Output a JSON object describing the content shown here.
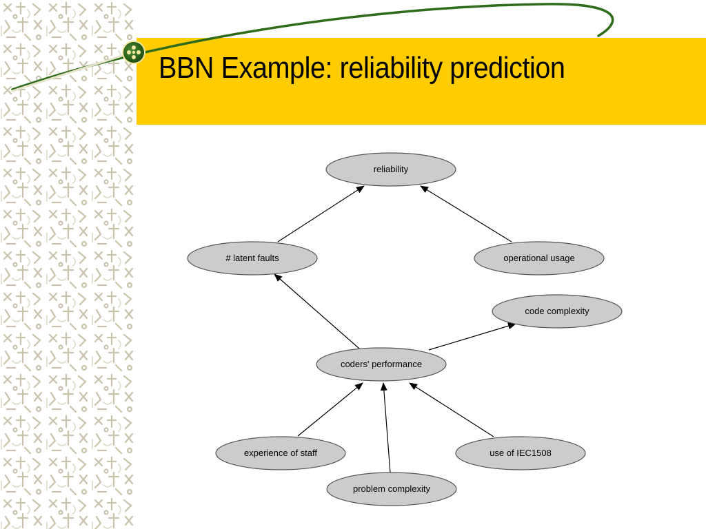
{
  "slide": {
    "title": "BBN Example: reliability prediction"
  },
  "colors": {
    "title_band": "#ffcc00",
    "swoosh": "#2e6b1a",
    "node_fill": "#cccccc",
    "node_stroke": "#555555",
    "edge": "#000000"
  },
  "diagram": {
    "nodes": {
      "reliability": "reliability",
      "latent_faults": "# latent faults",
      "operational_usage": "operational usage",
      "code_complexity": "code complexity",
      "coders_performance": "coders' performance",
      "experience_of_staff": "experience of staff",
      "use_of_iec1508": "use of IEC1508",
      "problem_complexity": "problem complexity"
    },
    "edges": [
      {
        "from": "latent_faults",
        "to": "reliability"
      },
      {
        "from": "operational_usage",
        "to": "reliability"
      },
      {
        "from": "coders_performance",
        "to": "latent_faults"
      },
      {
        "from": "coders_performance",
        "to": "code_complexity"
      },
      {
        "from": "experience_of_staff",
        "to": "coders_performance"
      },
      {
        "from": "problem_complexity",
        "to": "coders_performance"
      },
      {
        "from": "use_of_iec1508",
        "to": "coders_performance"
      }
    ]
  }
}
